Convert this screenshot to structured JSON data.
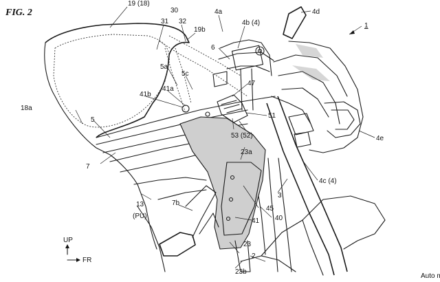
{
  "figure_title": "FIG. 2",
  "main_ref": "1",
  "axis": {
    "up": "UP",
    "front": "FR"
  },
  "watermark": "Auto m",
  "labels": [
    {
      "id": "19",
      "text": "19 (18)"
    },
    {
      "id": "30",
      "text": "30"
    },
    {
      "id": "31",
      "text": "31"
    },
    {
      "id": "32",
      "text": "32"
    },
    {
      "id": "19b",
      "text": "19b"
    },
    {
      "id": "4a",
      "text": "4a"
    },
    {
      "id": "4b",
      "text": "4b (4)"
    },
    {
      "id": "4d",
      "text": "4d"
    },
    {
      "id": "6",
      "text": "6"
    },
    {
      "id": "5a",
      "text": "5a"
    },
    {
      "id": "5c",
      "text": "5c"
    },
    {
      "id": "47",
      "text": "47"
    },
    {
      "id": "41b",
      "text": "41b"
    },
    {
      "id": "41a",
      "text": "41a"
    },
    {
      "id": "18a",
      "text": "18a"
    },
    {
      "id": "51",
      "text": "51"
    },
    {
      "id": "5",
      "text": "5"
    },
    {
      "id": "53",
      "text": "53 (52)"
    },
    {
      "id": "4e",
      "text": "4e"
    },
    {
      "id": "23a",
      "text": "23a"
    },
    {
      "id": "7",
      "text": "7"
    },
    {
      "id": "4c",
      "text": "4c (4)"
    },
    {
      "id": "3",
      "text": "3"
    },
    {
      "id": "13",
      "text": "13"
    },
    {
      "id": "pu",
      "text": "(PU)"
    },
    {
      "id": "7b",
      "text": "7b"
    },
    {
      "id": "45",
      "text": "45"
    },
    {
      "id": "41",
      "text": "41"
    },
    {
      "id": "40",
      "text": "40"
    },
    {
      "id": "23",
      "text": "23"
    },
    {
      "id": "2",
      "text": "2"
    },
    {
      "id": "23b",
      "text": "23b"
    }
  ]
}
